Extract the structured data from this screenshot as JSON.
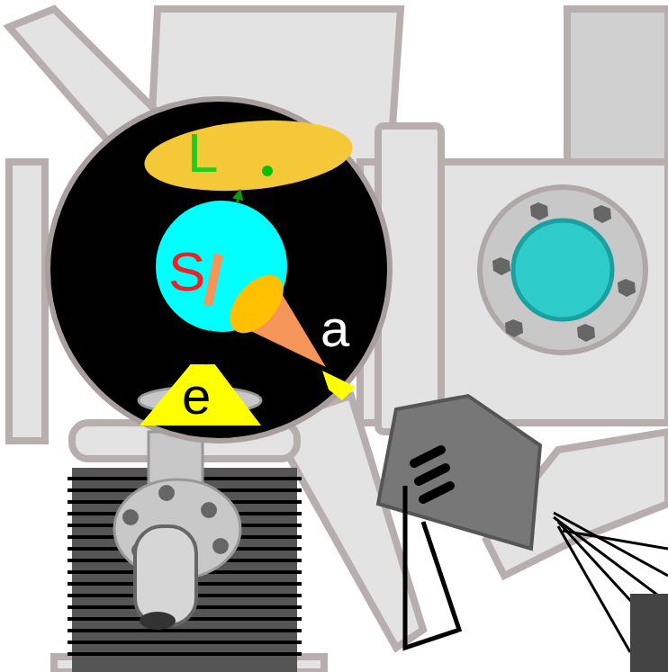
{
  "diagram": {
    "nodes": [
      {
        "text": [
          "L"
        ]
      },
      {
        "text": [
          "S"
        ]
      },
      {
        "text": [
          "e"
        ]
      }
    ],
    "edges": [
      {
        "from": 2,
        "to": 1,
        "arrow": "to"
      },
      {
        "from": 1,
        "to": 0,
        "arrow": "to"
      }
    ],
    "labels": [
      "a"
    ]
  }
}
